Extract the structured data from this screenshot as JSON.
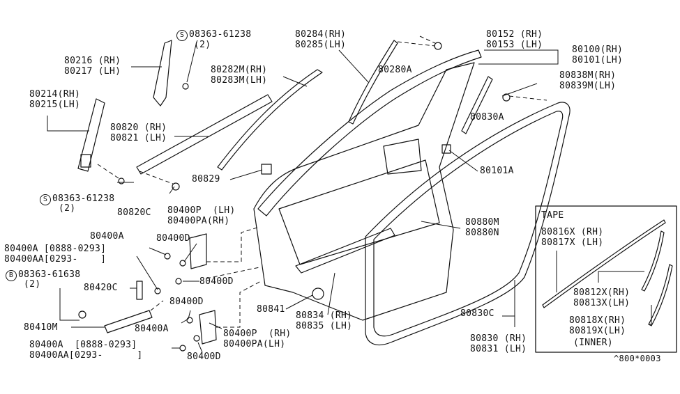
{
  "labels": {
    "p08363_61238_top": "08363-61238",
    "p08363_61238_top_qty": "(2)",
    "p80216": "80216 (RH)",
    "p80217": "80217 (LH)",
    "p80214": "80214(RH)",
    "p80215": "80215(LH)",
    "p08363_61238_bot": "08363-61238",
    "p08363_61238_bot_qty": "(2)",
    "p80284": "80284(RH)",
    "p80285": "80285(LH)",
    "p80280A": "80280A",
    "p80282M": "80282M(RH)",
    "p80283M": "80283M(LH)",
    "p80152": "80152 (RH)",
    "p80153": "80153 (LH)",
    "p80100": "80100(RH)",
    "p80101": "80101(LH)",
    "p80838M": "80838M(RH)",
    "p80839M": "80839M(LH)",
    "p80830A": "80830A",
    "p80820": "80820 (RH)",
    "p80821": "80821 (LH)",
    "p80829": "80829",
    "p80101A": "80101A",
    "p80820C": "80820C",
    "p80400P_lh": "80400P  (LH)",
    "p80400PA_rh": "80400PA(RH)",
    "p80880M": "80880M",
    "p80880N": "80880N",
    "p80400A_1": "80400A",
    "p80400D_1": "80400D",
    "p80400A_range_a": "80400A [0888-0293]",
    "p80400AA_range_a": "80400AA[0293-    ]",
    "p08363_61638": "08363-61638",
    "p08363_61638_qty": "(2)",
    "p80420C": "80420C",
    "p80400D_2": "80400D",
    "p80400D_3": "80400D",
    "p80841": "80841",
    "p80834": "80834 (RH)",
    "p80835": "80835 (LH)",
    "p80410M": "80410M",
    "p80400A_2": "80400A",
    "p80400P_rh": "80400P  (RH)",
    "p80400PA_lh": "80400PA(LH)",
    "p80400A_range_b": "80400A  [0888-0293]",
    "p80400AA_range_b": "80400AA[0293-      ]",
    "p80400D_4": "80400D",
    "p80830C": "80830C",
    "p80830": "80830 (RH)",
    "p80831": "80831 (LH)",
    "tape_title": "TAPE",
    "p80816X": "80816X (RH)",
    "p80817X": "80817X (LH)",
    "p80812X": "80812X(RH)",
    "p80813X": "80813X(LH)",
    "p80818X": "80818X(RH)",
    "p80819X": "80819X(LH)",
    "inner": "(INNER)",
    "footer_code": "^800*0003",
    "screw_symbol": "S",
    "bolt_symbol": "B"
  }
}
